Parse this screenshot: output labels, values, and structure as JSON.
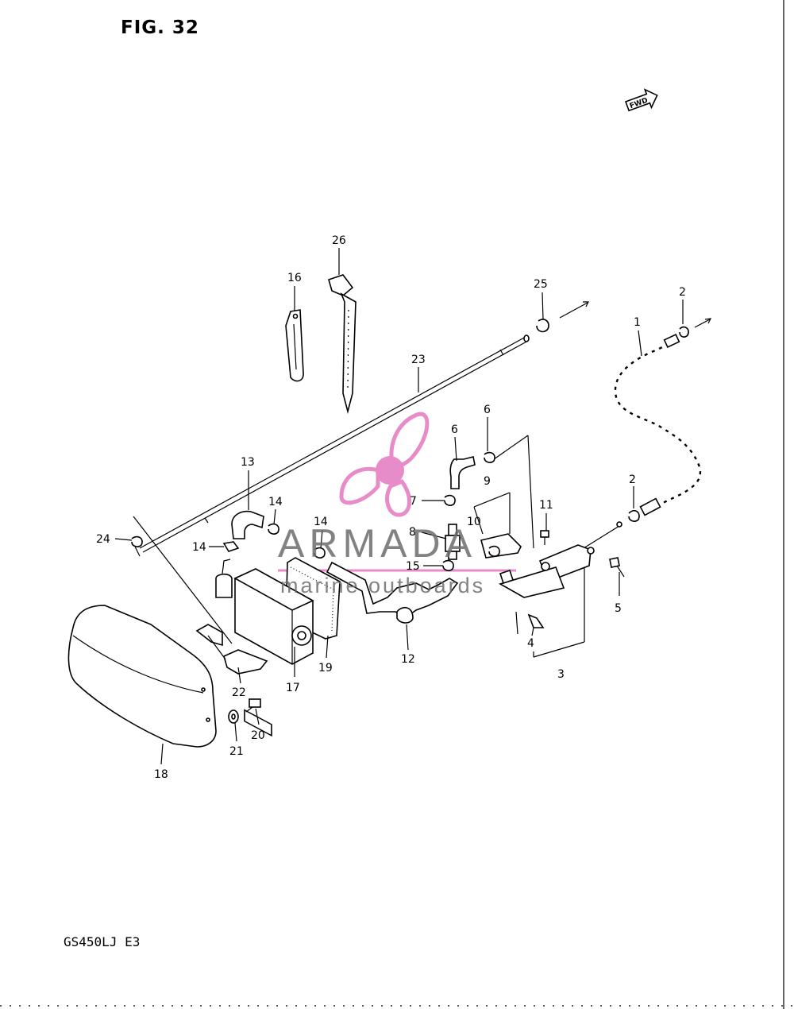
{
  "title": "FIG. 32",
  "model_code": "GS450LJ E3",
  "fwd_label": "FWD",
  "watermark": {
    "title": "ARMADA",
    "subtitle": "marine outboards",
    "accent": "#e67fc4",
    "text_color": "#6d6d6d"
  },
  "callouts": [
    {
      "num": "1",
      "part": "throttle-cable"
    },
    {
      "num": "2",
      "part": "cable-clip-upper"
    },
    {
      "num": "2",
      "part": "cable-clip-lower"
    },
    {
      "num": "3",
      "part": "canister-bracket"
    },
    {
      "num": "4",
      "part": "bracket-clip"
    },
    {
      "num": "5",
      "part": "bolt"
    },
    {
      "num": "6",
      "part": "vacuum-hose-elbow"
    },
    {
      "num": "7",
      "part": "hose-clamp-upper"
    },
    {
      "num": "7",
      "part": "hose-clamp-lower"
    },
    {
      "num": "8",
      "part": "check-valve"
    },
    {
      "num": "9",
      "part": "valve-holder"
    },
    {
      "num": "10",
      "part": "holder-clip"
    },
    {
      "num": "11",
      "part": "screw"
    },
    {
      "num": "12",
      "part": "purge-hose"
    },
    {
      "num": "13",
      "part": "hose-elbow"
    },
    {
      "num": "14",
      "part": "hose-clamp-a"
    },
    {
      "num": "14",
      "part": "hose-clamp-b"
    },
    {
      "num": "14",
      "part": "hose-clamp-c"
    },
    {
      "num": "15",
      "part": "clip"
    },
    {
      "num": "16",
      "part": "cable-band"
    },
    {
      "num": "17",
      "part": "canister"
    },
    {
      "num": "18",
      "part": "canister-cover"
    },
    {
      "num": "19",
      "part": "cushion"
    },
    {
      "num": "20",
      "part": "screw"
    },
    {
      "num": "21",
      "part": "washer"
    },
    {
      "num": "22",
      "part": "canister-clamp"
    },
    {
      "num": "23",
      "part": "breather-pipe"
    },
    {
      "num": "24",
      "part": "hose-clamp"
    },
    {
      "num": "25",
      "part": "pipe-clamp"
    },
    {
      "num": "26",
      "part": "cable-tie"
    }
  ]
}
